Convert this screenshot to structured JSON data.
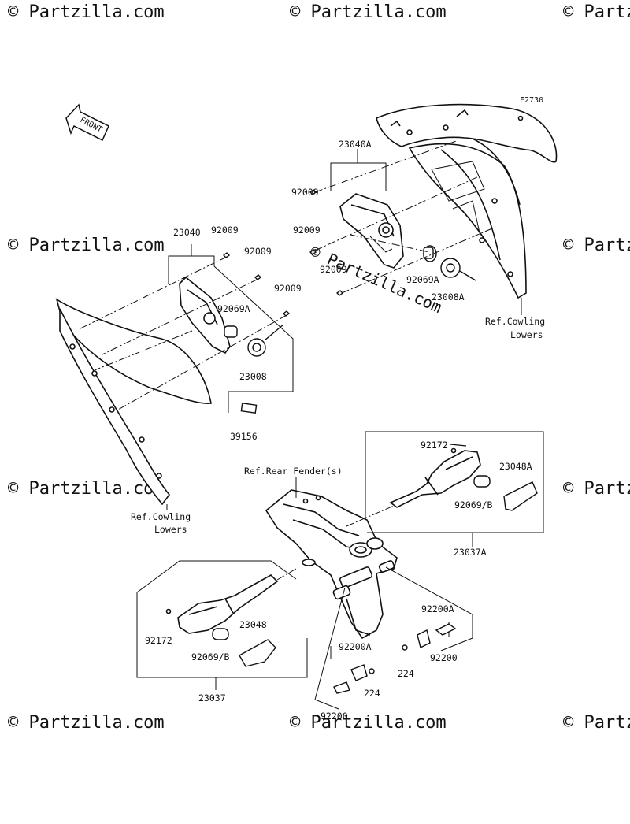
{
  "figure_code": "F2730",
  "front_indicator": "FRONT",
  "watermark": {
    "repeat_text": "© Partzilla.com",
    "main_text": "© Partzilla.com"
  },
  "part_labels": {
    "p23040A": "23040A",
    "p92009_r1": "92009",
    "p92009_r2": "92009",
    "p92009_r3": "92009",
    "p92069A_r": "92069A",
    "p23008A": "23008A",
    "p23040": "23040",
    "p92009_l1": "92009",
    "p92009_l2": "92009",
    "p92009_l3": "92009",
    "p92069A_l": "92069A",
    "p23008": "23008",
    "p39156": "39156",
    "p92172_r": "92172",
    "p23048A": "23048A",
    "p92069B_r": "92069/B",
    "p23037A": "23037A",
    "p92172_l": "92172",
    "p23048": "23048",
    "p92069B_l": "92069/B",
    "p23037": "23037",
    "p92200A_r": "92200A",
    "p224_r": "224",
    "p92200_r": "92200",
    "p92200A_l": "92200A",
    "p224_l": "224",
    "p92200_l": "92200"
  },
  "references": {
    "cowling_right_1": "Ref.Cowling",
    "cowling_right_2": "Lowers",
    "cowling_left_1": "Ref.Cowling",
    "cowling_left_2": "Lowers",
    "rear_fender": "Ref.Rear Fender(s)"
  }
}
